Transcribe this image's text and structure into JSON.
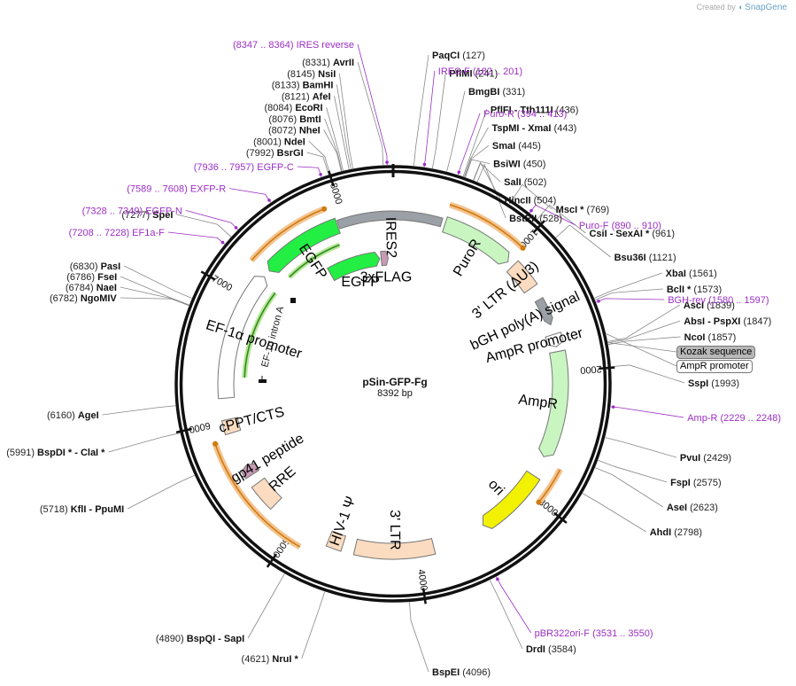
{
  "credit": {
    "prefix": "Created by",
    "brand": "SnapGene"
  },
  "plasmid": {
    "name": "pSin-GFP-Fg",
    "length": "8392 bp",
    "total_bp": 8392
  },
  "ticks": [
    "1000",
    "2000",
    "3000",
    "4000",
    "5000",
    "6000",
    "7000",
    "8000"
  ],
  "features": [
    {
      "name": "IRES2",
      "start": 7950,
      "end": 390,
      "color": "#9aa0a6",
      "strand": 0,
      "style": "arrow-slim"
    },
    {
      "name": "PuroR",
      "start": 420,
      "end": 1010,
      "color": "#c8f5c0",
      "strand": 1,
      "style": "arrow"
    },
    {
      "name": "3' LTR (ΔU3)",
      "start": 1060,
      "end": 1290,
      "color": "#fbdcc0",
      "strand": 0,
      "style": "box"
    },
    {
      "name": "bGH poly(A) signal",
      "start": 1400,
      "end": 1620,
      "color": "#9aa0a6",
      "strand": 1,
      "style": "arrow-slim"
    },
    {
      "name": "AmpR promoter",
      "start": 1700,
      "end": 1800,
      "color": "#ffffff",
      "strand": 1,
      "style": "arrow"
    },
    {
      "name": "AmpR",
      "start": 1840,
      "end": 2700,
      "color": "#c8f5c0",
      "strand": 1,
      "style": "arrow"
    },
    {
      "name": "ori",
      "start": 2870,
      "end": 3440,
      "color": "#f2f200",
      "strand": 1,
      "style": "arrow"
    },
    {
      "name": "3' LTR",
      "start": 3870,
      "end": 4500,
      "color": "#fbdcc0",
      "strand": 0,
      "style": "box"
    },
    {
      "name": "HIV-1 Ψ",
      "start": 4600,
      "end": 4720,
      "color": "#fbdcc0",
      "strand": 0,
      "style": "box"
    },
    {
      "name": "RRE",
      "start": 5230,
      "end": 5450,
      "color": "#fbdcc0",
      "strand": 0,
      "style": "box"
    },
    {
      "name": "gp41 peptide",
      "start": 5530,
      "end": 5620,
      "color": "#c89bb4",
      "strand": 1,
      "style": "arrow"
    },
    {
      "name": "cPPT/CTS",
      "start": 5900,
      "end": 6010,
      "color": "#fbdcc0",
      "strand": 0,
      "style": "box"
    },
    {
      "name": "EF-1α promoter",
      "start": 6180,
      "end": 7220,
      "color": "#ffffff",
      "strand": 1,
      "style": "arrow"
    },
    {
      "name": "EGFP",
      "start": 7280,
      "end": 7940,
      "color": "#22ee44",
      "strand": -1,
      "style": "arrow"
    }
  ],
  "inner_features": [
    {
      "name": "EGFP",
      "start": 7700,
      "end": 8250,
      "color": "#22ee44",
      "strand": 1
    },
    {
      "name": "3xFLAG",
      "start": 8265,
      "end": 8340,
      "color": "#c89bb4",
      "strand": 1
    }
  ],
  "annotations": [
    {
      "name": "EF-1α intron A"
    }
  ],
  "orange_arcs": [
    {
      "start": 410,
      "end": 1020
    },
    {
      "start": 2730,
      "end": 3010
    },
    {
      "start": 4890,
      "end": 5860
    },
    {
      "start": 7250,
      "end": 7890
    }
  ],
  "green_arcs": [
    {
      "start": 6350,
      "end": 7170
    },
    {
      "start": 7360,
      "end": 7900
    }
  ],
  "sites_right": [
    {
      "name": "PaqCI",
      "pos": "(127)",
      "bp": 127
    },
    {
      "name": "PflMI",
      "pos": "(241)",
      "bp": 241
    },
    {
      "name": "BmgBI",
      "pos": "(331)",
      "bp": 331
    },
    {
      "name": "PflFI - Tth111I",
      "pos": "(436)",
      "bp": 436
    },
    {
      "name": "TspMI - XmaI",
      "pos": "(443)",
      "bp": 443
    },
    {
      "name": "SmaI",
      "pos": "(445)",
      "bp": 445
    },
    {
      "name": "BsiWI",
      "pos": "(450)",
      "bp": 450
    },
    {
      "name": "SalI",
      "pos": "(502)",
      "bp": 502
    },
    {
      "name": "HincII",
      "pos": "(504)",
      "bp": 504
    },
    {
      "name": "BstEII",
      "pos": "(528)",
      "bp": 528
    },
    {
      "name": "MscI *",
      "pos": "(769)",
      "bp": 769
    },
    {
      "name": "CsiI - SexAI *",
      "pos": "(961)",
      "bp": 961
    },
    {
      "name": "Bsu36I",
      "pos": "(1121)",
      "bp": 1121
    },
    {
      "name": "XbaI",
      "pos": "(1561)",
      "bp": 1561
    },
    {
      "name": "BclI *",
      "pos": "(1573)",
      "bp": 1573
    },
    {
      "name": "AscI",
      "pos": "(1839)",
      "bp": 1839
    },
    {
      "name": "AbsI - PspXI",
      "pos": "(1847)",
      "bp": 1847
    },
    {
      "name": "NcoI",
      "pos": "(1857)",
      "bp": 1857
    },
    {
      "name": "SspI",
      "pos": "(1993)",
      "bp": 1993
    },
    {
      "name": "PvuI",
      "pos": "(2429)",
      "bp": 2429
    },
    {
      "name": "FspI",
      "pos": "(2575)",
      "bp": 2575
    },
    {
      "name": "AseI",
      "pos": "(2623)",
      "bp": 2623
    },
    {
      "name": "AhdI",
      "pos": "(2798)",
      "bp": 2798
    },
    {
      "name": "DrdI",
      "pos": "(3584)",
      "bp": 3584
    },
    {
      "name": "BspEI",
      "pos": "(4096)",
      "bp": 4096
    }
  ],
  "sites_left": [
    {
      "name": "AvrII",
      "pos": "(8331)",
      "bp": 8331
    },
    {
      "name": "NsiI",
      "pos": "(8145)",
      "bp": 8145
    },
    {
      "name": "BamHI",
      "pos": "(8133)",
      "bp": 8133
    },
    {
      "name": "AfeI",
      "pos": "(8121)",
      "bp": 8121
    },
    {
      "name": "EcoRI",
      "pos": "(8084)",
      "bp": 8084
    },
    {
      "name": "BmtI",
      "pos": "(8076)",
      "bp": 8076
    },
    {
      "name": "NheI",
      "pos": "(8072)",
      "bp": 8072
    },
    {
      "name": "NdeI",
      "pos": "(8001)",
      "bp": 8001
    },
    {
      "name": "BsrGI",
      "pos": "(7992)",
      "bp": 7992
    },
    {
      "name": "SpeI",
      "pos": "(7277)",
      "bp": 7277
    },
    {
      "name": "PasI",
      "pos": "(6830)",
      "bp": 6830
    },
    {
      "name": "FseI",
      "pos": "(6786)",
      "bp": 6786
    },
    {
      "name": "NaeI",
      "pos": "(6784)",
      "bp": 6784
    },
    {
      "name": "NgoMIV",
      "pos": "(6782)",
      "bp": 6782
    },
    {
      "name": "AgeI",
      "pos": "(6160)",
      "bp": 6160
    },
    {
      "name": "BspDI * - ClaI *",
      "pos": "(5991)",
      "bp": 5991
    },
    {
      "name": "KflI - PpuMI",
      "pos": "(5718)",
      "bp": 5718
    },
    {
      "name": "BspQI - SapI",
      "pos": "(4890)",
      "bp": 4890
    },
    {
      "name": "NruI *",
      "pos": "(4621)",
      "bp": 4621
    }
  ],
  "primers_right": [
    {
      "name": "IRES-F",
      "range": "(182 .. 201)",
      "bp": 190
    },
    {
      "name": "Puro-R",
      "range": "(394 .. 413)",
      "bp": 403
    },
    {
      "name": "Puro-F",
      "range": "(890 .. 910)",
      "bp": 900
    },
    {
      "name": "BGH-rev",
      "range": "(1580 .. 1597)",
      "bp": 1588
    },
    {
      "name": "Amp-R",
      "range": "(2229 .. 2248)",
      "bp": 2238
    },
    {
      "name": "pBR322ori-F",
      "range": "(3531 .. 3550)",
      "bp": 3540
    }
  ],
  "primers_left": [
    {
      "name": "IRES reverse",
      "range": "(8347 .. 8364)",
      "bp": 8355
    },
    {
      "name": "EGFP-C",
      "range": "(7936 .. 7957)",
      "bp": 7946
    },
    {
      "name": "EXFP-R",
      "range": "(7589 .. 7608)",
      "bp": 7598
    },
    {
      "name": "EGFP-N",
      "range": "(7328 .. 7349)",
      "bp": 7338
    },
    {
      "name": "EF1a-F",
      "range": "(7208 .. 7228)",
      "bp": 7218
    }
  ],
  "box_labels": [
    {
      "name": "Kozak sequence",
      "bp": 1845,
      "bg": "#b8b8b8"
    },
    {
      "name": "AmpR promoter",
      "bp": 1790,
      "bg": "#ffffff"
    }
  ]
}
